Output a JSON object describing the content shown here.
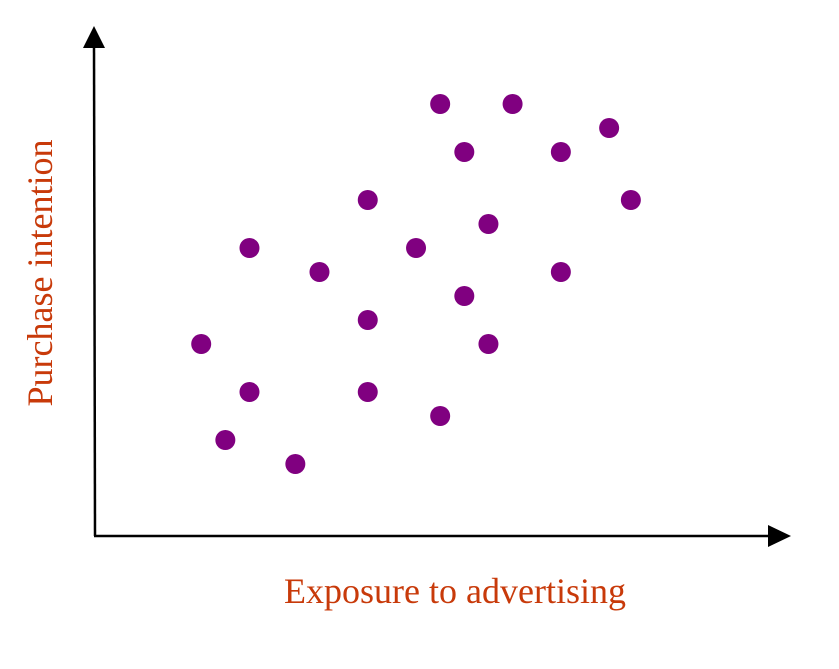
{
  "chart_data": {
    "type": "scatter",
    "title": "",
    "xlabel": "Exposure to advertising",
    "ylabel": "Purchase intention",
    "xlim": [
      0,
      29
    ],
    "ylim": [
      0,
      21
    ],
    "grid": false,
    "ticks": false,
    "point_color": "#800080",
    "label_color": "#c83a0a",
    "points": [
      {
        "x": 14.3,
        "y": 18
      },
      {
        "x": 17.3,
        "y": 18
      },
      {
        "x": 21.3,
        "y": 17
      },
      {
        "x": 15.3,
        "y": 16
      },
      {
        "x": 19.3,
        "y": 16
      },
      {
        "x": 11.3,
        "y": 14
      },
      {
        "x": 22.2,
        "y": 14
      },
      {
        "x": 16.3,
        "y": 13
      },
      {
        "x": 6.4,
        "y": 12
      },
      {
        "x": 13.3,
        "y": 12
      },
      {
        "x": 9.3,
        "y": 11
      },
      {
        "x": 19.3,
        "y": 11
      },
      {
        "x": 15.3,
        "y": 10
      },
      {
        "x": 11.3,
        "y": 9
      },
      {
        "x": 4.4,
        "y": 8
      },
      {
        "x": 16.3,
        "y": 8
      },
      {
        "x": 6.4,
        "y": 6
      },
      {
        "x": 11.3,
        "y": 6
      },
      {
        "x": 14.3,
        "y": 5
      },
      {
        "x": 5.4,
        "y": 4
      },
      {
        "x": 8.3,
        "y": 3
      }
    ]
  }
}
